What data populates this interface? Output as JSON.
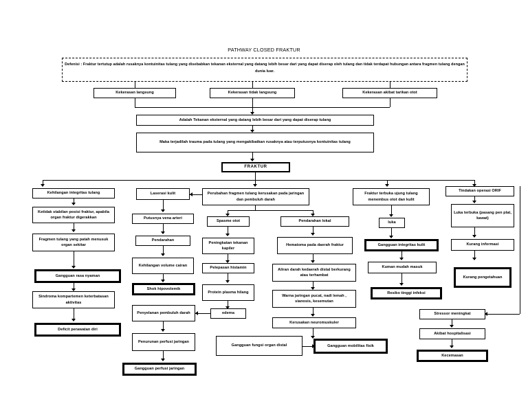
{
  "title": "PATHWAY CLOSED FRAKTUR",
  "definition": "Defenisi : Fraktur tertutup adalah rusaknya kontuinitas tulang yang disebabkan tekanan eksternal yang datang lebih besar dari yang dapat diserap oleh tulang dan tidak terdapat hubungan antara fragmen tulang dengan dunia luar.",
  "causes": [
    "Kekerasan langsung",
    "Kekerasan tidak langsung",
    "Kekerasan akibat tarikan otot"
  ],
  "chain": {
    "pressure": "Adalah Tekanan eksternal yang datang lebih besar dari yang dapat diserap tulang",
    "trauma": "Maka terjadilah trauma pada tulang yang mengakibatkan rusaknya atau terputusnya kontuinitas tulang",
    "fracture": "FRAKTUR"
  },
  "columns": {
    "col1": [
      "Kehilangan integritas tulang",
      "Ketidak stabilan posisi fraktur, apabila organ fraktur digerakkan",
      "Fragmen tulang yang patah menusuk organ sekitar",
      "Gangguan rasa nyaman",
      "Sindroma kompartemen keterbatasan aktivitas",
      "Deficit perawatan diri"
    ],
    "col2": [
      "Laserasi kulit",
      "Putusnya vena arteri",
      "Pendarahan",
      "Kehilangan volume cairan",
      "Shok hipovolemik",
      "Penyelanan pembuluh darah",
      "Penurunan perfusi jaringan",
      "Gangguan perfusi jaringan"
    ],
    "col3": [
      "Perubahan fragmen tulang kerusakan pada jaringan dan pembuluh darah",
      "Spasme otot",
      "Peningkatan tekanan kapiler",
      "Pelepasan histamin",
      "Protein plasma hilang",
      "edema"
    ],
    "col4": [
      "Pendarahan lokal",
      "Hematoma pada daerah fraktur",
      "Aliran darah kedaerah distal berkurang atau terhambat",
      "Warna jaringan pucat, nadi lemah , sianosis, kesemutan",
      "Kerusakan neuromuskuler"
    ],
    "col5": [
      "Fraktur terbuka ujung tulang menembus otot dan kulit",
      "luka",
      "Gangguan integritas kulit",
      "Kuman mudah masuk",
      "Resiko tinggi infeksi"
    ],
    "col6": [
      "Tindakan operasi ORIF",
      "Luka terbuka (pasang pen plat, kawat)",
      "Kurang informasi",
      "Kurang pengetahuan"
    ],
    "bottom": [
      "Gangguan fungsi organ distal",
      "Gangguan mobilitas fisik",
      "Stressor meningkat",
      "Akibat hospitalisasi",
      "Kecemasan"
    ]
  }
}
